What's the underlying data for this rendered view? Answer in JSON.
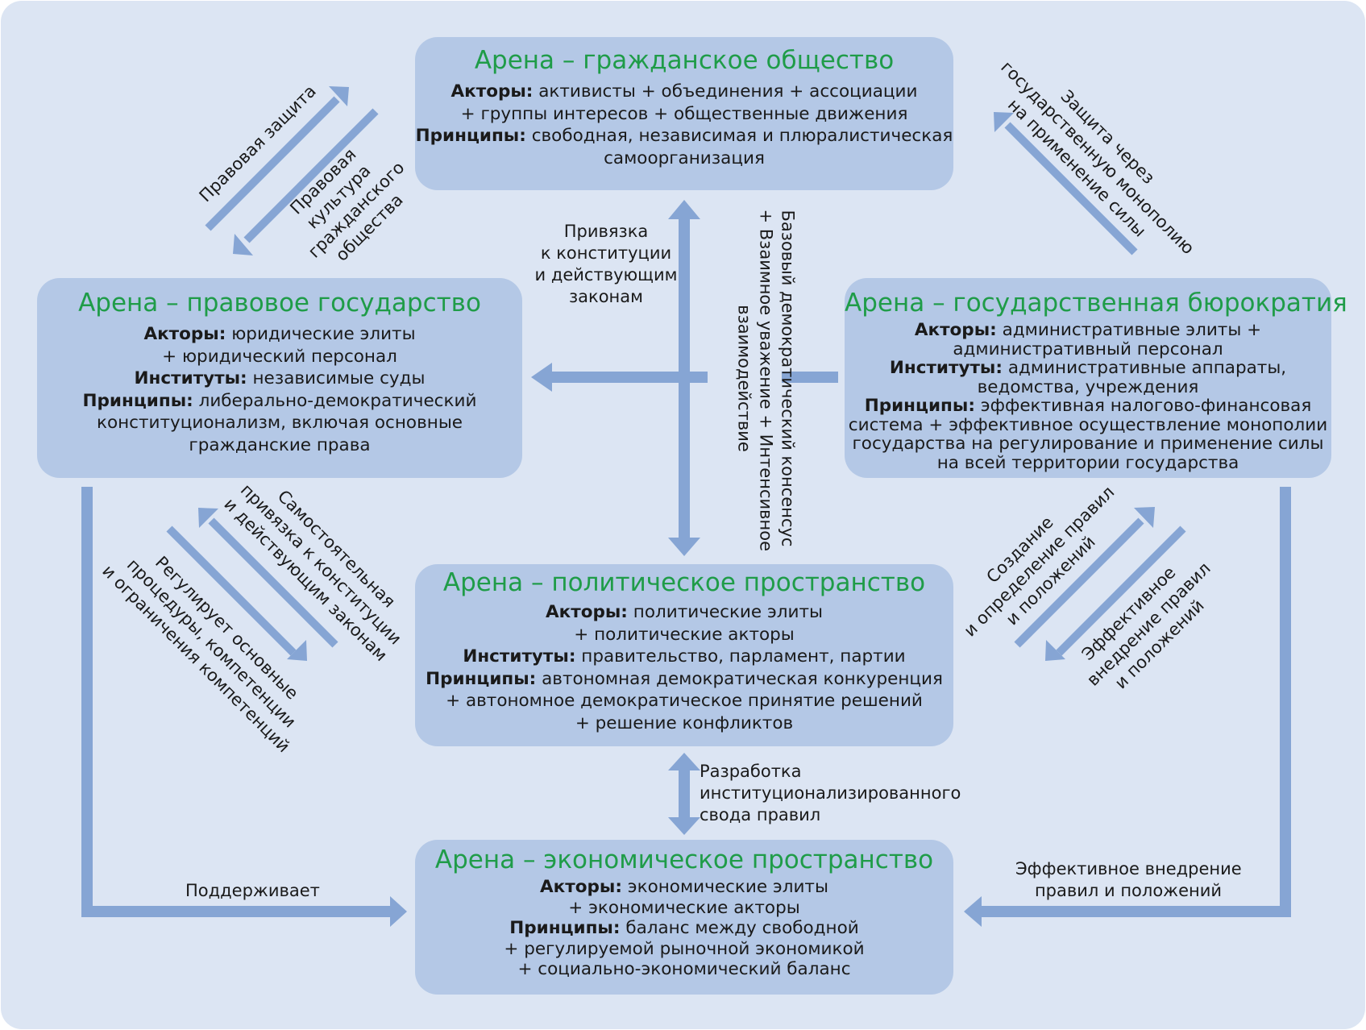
{
  "arenas": {
    "civil": {
      "title": "Арена – гражданское общество",
      "actors_key": "Акторы:",
      "actors_1": "активисты + объединения + ассоциации",
      "actors_2": "+ группы интересов + общественные движения",
      "principles_key": "Принципы:",
      "principles_1": "свободная, независимая и плюралистическая",
      "principles_2": "самоорганизация"
    },
    "legal": {
      "title": "Арена – правовое государство",
      "actors_key": "Акторы:",
      "actors_1": "юридические элиты",
      "actors_2": "+ юридический персонал",
      "institutes_key": "Институты:",
      "institutes_1": "независимые суды",
      "principles_key": "Принципы:",
      "principles_1": "либерально-демократический",
      "principles_2": "конституционализм, включая основные",
      "principles_3": "гражданские права"
    },
    "bureaucracy": {
      "title": "Арена – государственная бюрократия",
      "actors_key": "Акторы:",
      "actors_1": "административные элиты +",
      "actors_2": "административный персонал",
      "institutes_key": "Институты:",
      "institutes_1": "административные аппараты,",
      "institutes_2": "ведомства, учреждения",
      "principles_key": "Принципы:",
      "principles_1": "эффективная налогово-финансовая",
      "principles_2": "система + эффективное осуществление монополии",
      "principles_3": "государства на регулирование и применение силы",
      "principles_4": "на всей территории государства"
    },
    "political": {
      "title": "Арена – политическое пространство",
      "actors_key": "Акторы:",
      "actors_1": "политические элиты",
      "actors_2": "+ политические акторы",
      "institutes_key": "Институты:",
      "institutes_1": "правительство, парламент, партии",
      "principles_key": "Принципы:",
      "principles_1": "автономная демократическая конкуренция",
      "principles_2": "+ автономное демократическое принятие решений",
      "principles_3": "+ решение конфликтов"
    },
    "economic": {
      "title": "Арена – экономическое пространство",
      "actors_key": "Акторы:",
      "actors_1": "экономические элиты",
      "actors_2": "+ экономические акторы",
      "principles_key": "Принципы:",
      "principles_1": "баланс между свободной",
      "principles_2": "+ регулируемой рыночной экономикой",
      "principles_3": "+ социально-экономический баланс"
    }
  },
  "labels": {
    "binding": [
      "Привязка",
      "к конституции",
      "и действующим",
      "законам"
    ],
    "consensus": [
      "Базовый демократический консенсус",
      "+ Взаимное уважение + Интенсивное",
      "взаимодействие"
    ],
    "legal_protection": "Правовая защита",
    "legal_culture": [
      "Правовая",
      "культура",
      "гражданского",
      "общества"
    ],
    "monopoly_protection": [
      "Защита через",
      "государственную монополию",
      "на применение силы"
    ],
    "self_binding": [
      "Самостоятельная",
      "привязка к конституции",
      "и действующим законам"
    ],
    "regulates": [
      "Регулирует основные",
      "процедуры, компетенции",
      "и ограничения компетенций"
    ],
    "creation_rules": [
      "Создание",
      "и определение правил",
      "и положений"
    ],
    "effective_impl_rules": [
      "Эффективное",
      "внедрение правил",
      "и положений"
    ],
    "development": [
      "Разработка",
      "институционализированного",
      "свода правил"
    ],
    "supports": "Поддерживает",
    "effective_impl": [
      "Эффективное внедрение",
      "правил и положений"
    ]
  },
  "colors": {
    "background": "#dce5f3",
    "box": "#b4c8e6",
    "arrow": "#86a5d4",
    "title": "#1f9c48"
  }
}
